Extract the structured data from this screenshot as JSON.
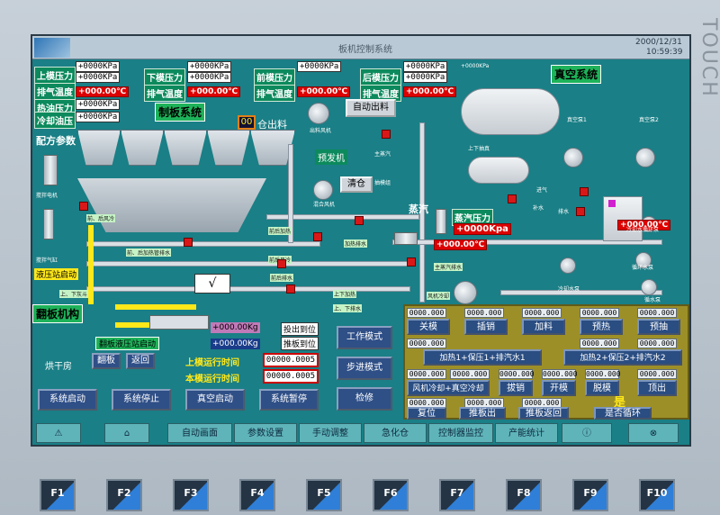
{
  "window": {
    "title": "板机控制系统",
    "date": "2000/12/31",
    "time": "10:59:39",
    "brand": "TOUCH"
  },
  "pressures": {
    "left": [
      {
        "label": "上模压力",
        "value": "+0000KPa"
      },
      {
        "label": "排气温度",
        "value": "+000.00℃"
      },
      {
        "label": "热油压力",
        "value": "+0000KPa"
      },
      {
        "label": "冷却油压",
        "value": "+0000KPa"
      }
    ],
    "top_groups": [
      {
        "label1": "下模压力",
        "value1": "+0000KPa",
        "label2": "排气温度",
        "value2": "+000.00℃"
      },
      {
        "label1": "前模压力",
        "value1": "+0000KPa",
        "label2": "排气温度",
        "value2": "+000.00℃"
      },
      {
        "label1": "后模压力",
        "value1": "+0000KPa",
        "label2": "排气温度",
        "value2": "+000.00℃"
      }
    ],
    "small_tag": "+0000KPa"
  },
  "sections": {
    "board_system": "制板系统",
    "vacuum_system": "真空系统",
    "flip_mechanism": "翻板机构",
    "config": "配方参数"
  },
  "process": {
    "counter": "00",
    "counter_label": "仓出料",
    "auto_discharge": "自动出料",
    "preheat": "预发机",
    "silo": "清仓",
    "steam": "蒸汽",
    "steam_pressure_label": "蒸汽压力",
    "steam_pressure_value": "+0000Kpa",
    "steam_temp": "+000.00℃",
    "tank_temp": "+000.00℃",
    "check_mark": "√",
    "weight1": "+000.00Kg",
    "weight2": "+000.00Kg",
    "fill_ok": "投出到位",
    "push_ok": "推板到位",
    "flip_hydraulic": "翻板液压站启动",
    "dry_room": "烘干房",
    "upper_run": "上模运行时间",
    "lower_run": "本模运行时间",
    "upper_time": "00000.0005",
    "lower_time": "00000.0005"
  },
  "tags": {
    "hopper_motor": "搅拌电机",
    "cyl_air": "搅拌气缸",
    "hyd_start": "液压站启动",
    "updown": "上、下灰斗",
    "front_air": "前、后风冷",
    "front_heat": "前、后加热管排水",
    "rear_heat": "前后加热",
    "rear_air": "前后风冷",
    "rear_drain": "前后排水",
    "updown2": "上下加热",
    "updown3": "上、下排水",
    "heat_drain": "加热排水",
    "main_drain": "主蒸汽排水",
    "fan_cold": "风机冷却",
    "upper_drain": "上下抽真",
    "air": "抽模组",
    "outlet": "出料风机",
    "mix_fan": "混合风机",
    "main_valve": "主蒸汽",
    "feed_air": "进气",
    "drain": "排水",
    "vacuum1": "真空泵1",
    "vacuum2": "真空泵2",
    "cool_pump": "冷却水循环泵",
    "water_pump": "循环水泵",
    "cool_pump2": "冷却水泵",
    "water_pump2": "循水泵",
    "feed": "补水",
    "discharge": "排水"
  },
  "right_panel": {
    "row1_values": [
      "0000.000",
      "0000.000",
      "0000.000",
      "0000.000",
      "0000.000"
    ],
    "row1_buttons": [
      "关模",
      "插销",
      "加料",
      "预热",
      "预抽"
    ],
    "row2_values": [
      "0000.000",
      "0000.000",
      "0000.000"
    ],
    "row2_buttons": [
      "加热1+保压1+排汽水1",
      "加热2+保压2+排汽水2"
    ],
    "row3_values": [
      "0000.000",
      "0000.000",
      "0000.000",
      "0000.000",
      "0000.000",
      "0000.000"
    ],
    "row3_buttons": [
      "风机冷却+真空冷却",
      "拔销",
      "开模",
      "脱模",
      "顶出"
    ],
    "row4_values": [
      "0000.000",
      "0000.000",
      "0000.000"
    ],
    "row4_buttons": [
      "复位",
      "推板出",
      "推板返回"
    ],
    "cycle_value": "是",
    "cycle_label": "是否循环"
  },
  "mode_buttons": [
    "工作模式",
    "步进模式",
    "检修"
  ],
  "small_buttons": [
    "翻板",
    "返回"
  ],
  "control_buttons": [
    "系统启动",
    "系统停止",
    "真空启动",
    "系统暂停"
  ],
  "nav_buttons": [
    "自动画面",
    "参数设置",
    "手动调整",
    "急化仓",
    "控制器监控",
    "产能统计"
  ],
  "fkeys": [
    "F1",
    "F2",
    "F3",
    "F4",
    "F5",
    "F6",
    "F7",
    "F8",
    "F9",
    "F10"
  ]
}
